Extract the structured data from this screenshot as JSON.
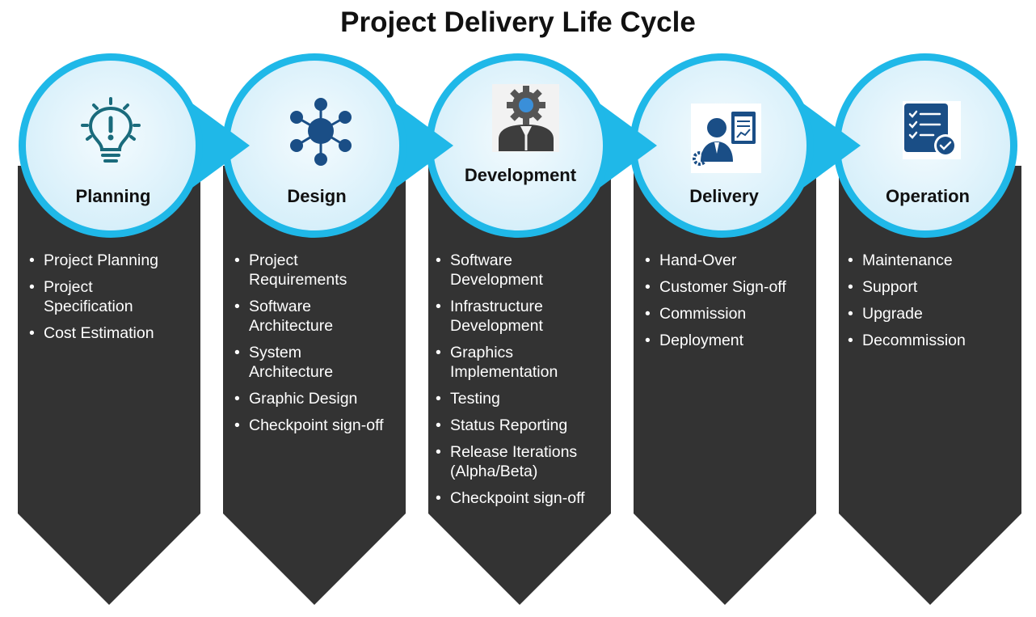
{
  "title": "Project Delivery Life Cycle",
  "colors": {
    "ring": "#1fb8e8",
    "circle_fill": "#e6f6fd",
    "panel": "#333333",
    "icon_teal": "#1a6b7c",
    "icon_navy": "#1a4e86"
  },
  "stages": [
    {
      "label": "Planning",
      "icon": "lightbulb-idea-icon",
      "items": [
        "Project Planning",
        "Project Specification",
        "Cost Estimation"
      ]
    },
    {
      "label": "Design",
      "icon": "network-nodes-icon",
      "items": [
        "Project Requirements",
        "Software Architecture",
        "System Architecture",
        "Graphic Design",
        "Checkpoint sign-off"
      ]
    },
    {
      "label": "Development",
      "icon": "gear-person-icon",
      "items": [
        "Software Development",
        "Infrastructure Development",
        "Graphics Implementation",
        "Testing",
        "Status Reporting",
        "Release Iterations (Alpha/Beta)",
        "Checkpoint sign-off"
      ]
    },
    {
      "label": "Delivery",
      "icon": "business-report-icon",
      "items": [
        "Hand-Over",
        "Customer Sign-off",
        "Commission",
        "Deployment"
      ]
    },
    {
      "label": "Operation",
      "icon": "checklist-icon",
      "items": [
        "Maintenance",
        "Support",
        "Upgrade",
        "Decommission"
      ]
    }
  ]
}
